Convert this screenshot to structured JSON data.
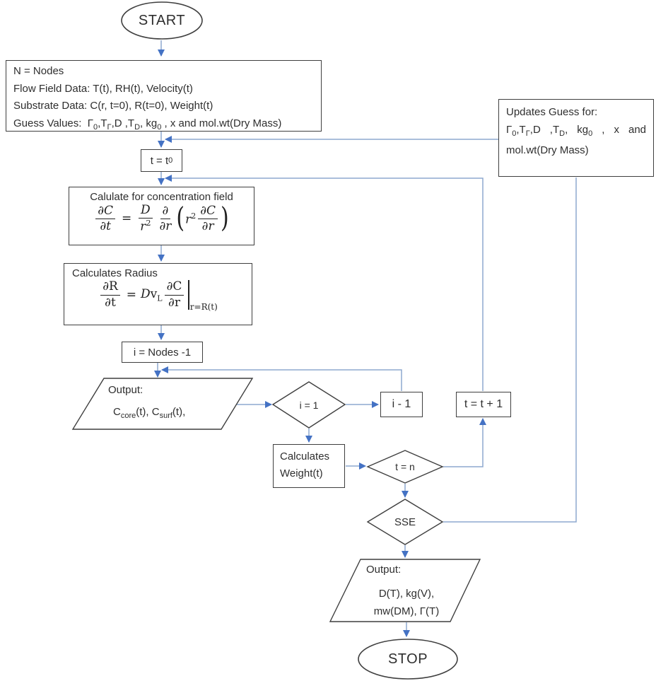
{
  "diagram": {
    "type": "flowchart",
    "colors": {
      "line": "#8EA9CF",
      "arrow": "#4472C4",
      "border": "#3F3F3F",
      "text": "#2E2E2E"
    },
    "nodes": {
      "start": {
        "label": "START"
      },
      "inputs": {
        "lines": [
          "N = Nodes",
          "Flow Field Data: T(t), RH(t), Velocity(t)",
          "Substrate Data: C(r, t=0), R(t=0), Weight(t)",
          "Guess Values:&nbsp; Γ<sub>0</sub>,T<sub>Γ</sub>,D ,T<sub>D</sub>, kg<sub>0</sub> , x and mol.wt(Dry Mass)"
        ]
      },
      "t_init": {
        "label_html": "t = t<sub>0</sub>"
      },
      "conc": {
        "title": "Calulate for concentration field",
        "equation_html": "<span class='frac'><span class='nu'><i>∂C</i></span><span class='de'><i>∂t</i></span></span><span class='eq'>=</span><span class='frac'><span class='nu'><i>D</i></span><span class='de'><i>r</i><sup>2</sup></span></span><span class='frac'><span class='nu'><i>∂</i></span><span class='de'><i>∂r</i></span></span><span class='bigp'>(</span><span><i>r</i><sup>2</sup></span><span class='frac'><span class='nu'><i>∂C</i></span><span class='de'><i>∂r</i></span></span><span class='bigp'>)</span>"
      },
      "radius": {
        "title": "Calculates Radius",
        "equation_html": "<span class='frac'><span class='nu'>∂R</span><span class='de'>∂t</span></span><span class='eq'>=</span><span><i>D</i>v<sub>L</sub></span><span class='frac'><span class='nu'>∂C</span><span class='de'>∂r</span></span><span class='vbar'></span><span class='evalsub'>r=R(t)</span>"
      },
      "i_nodes": {
        "label": "i = Nodes -1"
      },
      "output_conc": {
        "title": "Output:",
        "value_html": "C<sub>core</sub>(t), C<sub>surf</sub>(t),"
      },
      "i_check": {
        "label": "i = 1"
      },
      "i_dec": {
        "label": "i - 1"
      },
      "t_inc": {
        "label": "t = t + 1"
      },
      "weight": {
        "lines": [
          "Calculates",
          "Weight(t)"
        ]
      },
      "t_check": {
        "label": "t = n"
      },
      "sse": {
        "label": "SSE"
      },
      "output_final": {
        "title": "Output:",
        "lines": [
          "D(T), kg(V),",
          "mw(DM), Γ(T)"
        ]
      },
      "stop": {
        "label": "STOP"
      },
      "updates": {
        "title": "Updates Guess for:",
        "body_html": "Γ<sub>0</sub>,T<sub>Γ</sub>,D ,T<sub>D</sub>, kg<sub>0</sub> , x and mol.wt(Dry&nbsp;Mass)"
      }
    },
    "edges": [
      {
        "from": "start",
        "to": "inputs"
      },
      {
        "from": "inputs",
        "to": "t_init"
      },
      {
        "from": "updates",
        "to": "t_init"
      },
      {
        "from": "t_init",
        "to": "conc"
      },
      {
        "from": "t_inc",
        "to": "conc"
      },
      {
        "from": "conc",
        "to": "radius"
      },
      {
        "from": "radius",
        "to": "i_nodes"
      },
      {
        "from": "i_nodes",
        "to": "output_conc"
      },
      {
        "from": "i_dec",
        "to": "output_conc"
      },
      {
        "from": "output_conc",
        "to": "i_check"
      },
      {
        "from": "i_check",
        "to": "i_dec"
      },
      {
        "from": "i_check",
        "to": "weight"
      },
      {
        "from": "weight",
        "to": "t_check"
      },
      {
        "from": "t_check",
        "to": "t_inc"
      },
      {
        "from": "t_check",
        "to": "sse"
      },
      {
        "from": "sse",
        "to": "updates"
      },
      {
        "from": "sse",
        "to": "output_final"
      },
      {
        "from": "output_final",
        "to": "stop"
      }
    ]
  }
}
